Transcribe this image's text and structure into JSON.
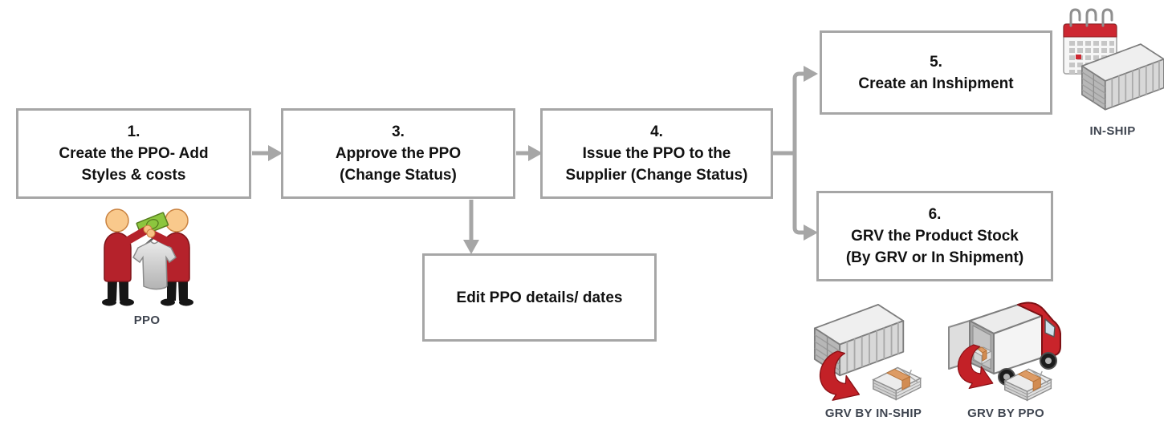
{
  "colors": {
    "bg": "#ffffff",
    "border": "#a6a6a6",
    "arrow": "#a6a6a6",
    "text": "#111111",
    "label": "#3f4550",
    "accent_red": "#c9242b",
    "money_green": "#8cc63e"
  },
  "boxes": {
    "step1": {
      "number": "1.",
      "lines": [
        "Create the PPO- Add",
        "Styles & costs"
      ]
    },
    "step3": {
      "number": "3.",
      "lines": [
        "Approve the PPO",
        "(Change Status)"
      ]
    },
    "step4": {
      "number": "4.",
      "lines": [
        "Issue the PPO to the",
        "Supplier (Change Status)"
      ]
    },
    "step5": {
      "number": "5.",
      "lines": [
        "Create an Inshipment"
      ]
    },
    "step6": {
      "number": "6.",
      "lines": [
        "GRV the Product Stock",
        "(By GRV or In Shipment)"
      ]
    },
    "edit": {
      "lines": [
        "Edit PPO details/ dates"
      ]
    }
  },
  "icons": {
    "ppo": {
      "label": "PPO"
    },
    "in_ship": {
      "label": "IN-SHIP"
    },
    "grv_by_in_ship": {
      "label": "GRV BY IN-SHIP"
    },
    "grv_by_ppo": {
      "label": "GRV BY PPO"
    }
  }
}
